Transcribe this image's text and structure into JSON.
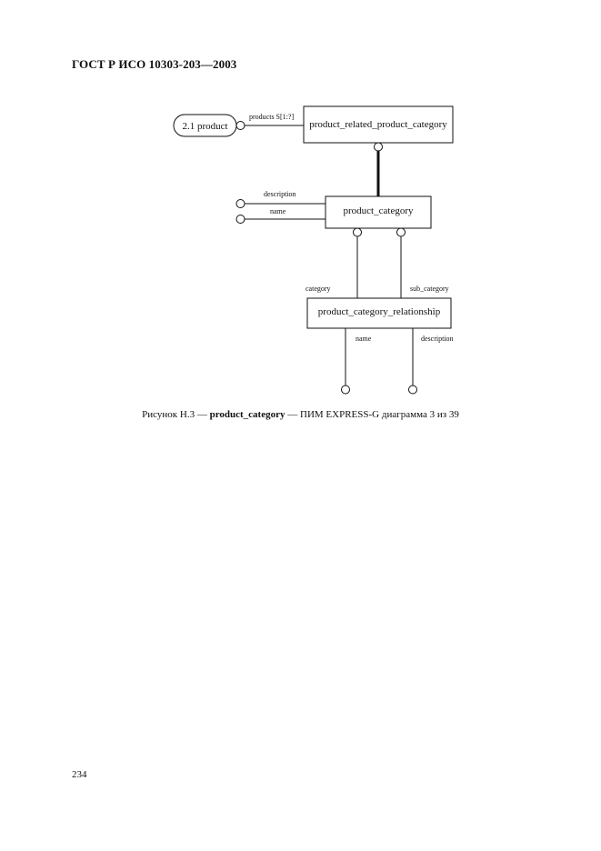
{
  "document": {
    "header": "ГОСТ Р ИСО 10303-203—2003",
    "page_number": "234"
  },
  "diagram": {
    "entities": {
      "product_ref": "2.1 product",
      "prpc": "product_related_product_category",
      "pc": "product_category",
      "pcr": "product_category_relationship"
    },
    "labels": {
      "products": "products S[1:?]",
      "pc_description": "description",
      "pc_name": "name",
      "category": "category",
      "sub_category": "sub_category",
      "pcr_name": "name",
      "pcr_description": "description"
    }
  },
  "caption": {
    "prefix": "Рисунок H.3 — ",
    "bold": "product_category",
    "suffix": " — ПИМ EXPRESS-G диаграмма 3 из 39"
  }
}
